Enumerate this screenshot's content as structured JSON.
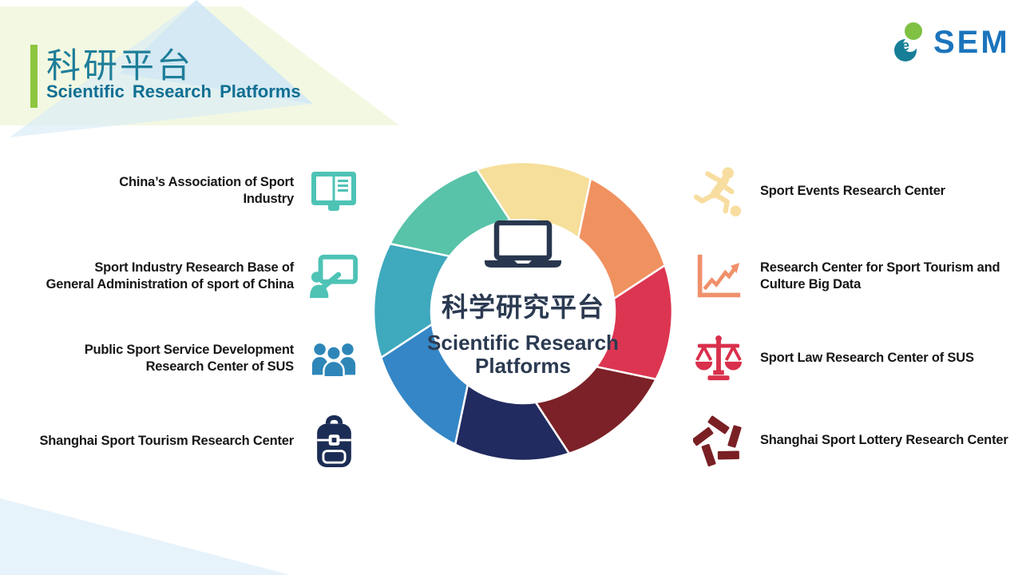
{
  "decor": {
    "pale_green": "#F3F8E2",
    "light_blue": "#D9ECF8",
    "lighter_blue": "#C9E4F5",
    "bottom_blue": "#E7F3FB"
  },
  "header": {
    "title_zh": "科研平台",
    "title_en": "Scientific Research Platforms",
    "accent_bar_color": "#8DC63F",
    "title_zh_color": "#1E7E99",
    "title_en_color": "#0F6F92"
  },
  "logo": {
    "text": "SEM",
    "text_color": "#1B74BC",
    "icon_top_color": "#7EC143",
    "icon_bottom_color": "#177E98"
  },
  "center_diagram": {
    "title_zh": "科学研究平台",
    "title_en_lines": [
      "Scientific Research",
      "Platforms"
    ],
    "text_color": "#2B3A51",
    "icon": "laptop-icon",
    "icon_color": "#28374E",
    "ring_segment_colors": [
      "#F6DF9A",
      "#F09160",
      "#DC3551",
      "#7C2127",
      "#212B5F",
      "#3486C6",
      "#3FA9BD",
      "#58C3A9"
    ]
  },
  "left_column": {
    "items": [
      {
        "icon": "open-book-icon",
        "icon_color": "#4EC3B5",
        "lines": [
          "China’s Association of Sport",
          "Industry"
        ]
      },
      {
        "icon": "presentation-icon",
        "icon_color": "#4EC3B5",
        "lines": [
          "Sport Industry Research Base of",
          "General Administration of sport of China"
        ]
      },
      {
        "icon": "people-group-icon",
        "icon_color": "#2E86B8",
        "lines": [
          "Public Sport Service Development",
          "Research Center of SUS"
        ]
      },
      {
        "icon": "backpack-icon",
        "icon_color": "#1B2D55",
        "lines": [
          "Shanghai Sport Tourism Research Center"
        ]
      }
    ]
  },
  "right_column": {
    "items": [
      {
        "icon": "runner-icon",
        "icon_color": "#F8DDA0",
        "lines": [
          "Sport Events Research Center"
        ]
      },
      {
        "icon": "growth-chart-icon",
        "icon_color": "#F0906B",
        "lines": [
          "Research Center for Sport Tourism and",
          "Culture Big Data"
        ]
      },
      {
        "icon": "scales-icon",
        "icon_color": "#D9304C",
        "lines": [
          "Sport Law Research Center of SUS"
        ]
      },
      {
        "icon": "lottery-star-icon",
        "icon_color": "#7A2025",
        "lines": [
          "Shanghai Sport Lottery Research Center"
        ]
      }
    ]
  }
}
